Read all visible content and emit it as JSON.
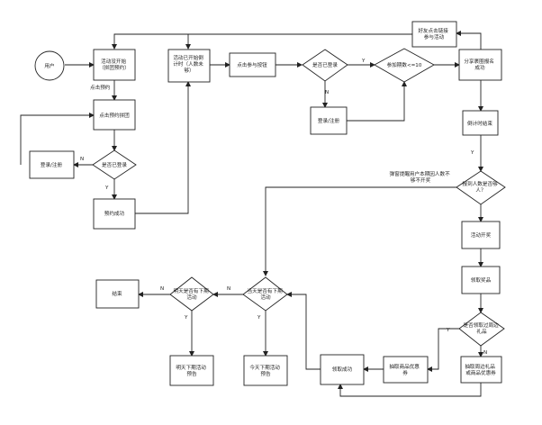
{
  "nodes": {
    "user": "用户",
    "activity_not_started": [
      "活动没开始",
      "（拼团预约）"
    ],
    "activity_started": [
      "活动已开始倒",
      "计时（人数未",
      "够）"
    ],
    "click_join": "点击参与按钮",
    "logged_in_1": "是否已登录",
    "login_1": "登录/注册",
    "join_count": "参加期数<=10",
    "share_success": [
      "分享裹圈报名",
      "成功"
    ],
    "friend_click": [
      "好友点击链接",
      "参与活动"
    ],
    "click_reserve": "点击预约拼团",
    "logged_in_2": "是否已登录",
    "login_2": "登录/注册",
    "reserve_success": "预约成功",
    "countdown_end": "倒计时结束",
    "enough_people": [
      "报到人数是否够",
      "人？"
    ],
    "activity_open": "活动开奖",
    "claim_prize": "领取奖品",
    "claimed_gift": [
      "是否领取过周边",
      "礼品"
    ],
    "draw_gift": [
      "抽取周边礼品",
      "或商品优惠券"
    ],
    "draw_coupon": [
      "抽取商品优惠",
      "券"
    ],
    "claim_success": "领取成功",
    "today_next": [
      "当天是否有下期",
      "活动"
    ],
    "tomorrow_next": [
      "明天是否有下期",
      "活动"
    ],
    "end": "结束",
    "tomorrow_notice": [
      "明天下期活动",
      "预告"
    ],
    "today_notice": [
      "今天下期活动",
      "预告"
    ]
  },
  "edge_labels": {
    "click_reserve": "点击预约",
    "n": "N",
    "y": "Y",
    "popup": [
      "弹窗提醒用户本期因人数不",
      "够不开奖"
    ]
  },
  "colors": {
    "stroke": "#222222",
    "fill": "#ffffff",
    "text": "#222222"
  }
}
